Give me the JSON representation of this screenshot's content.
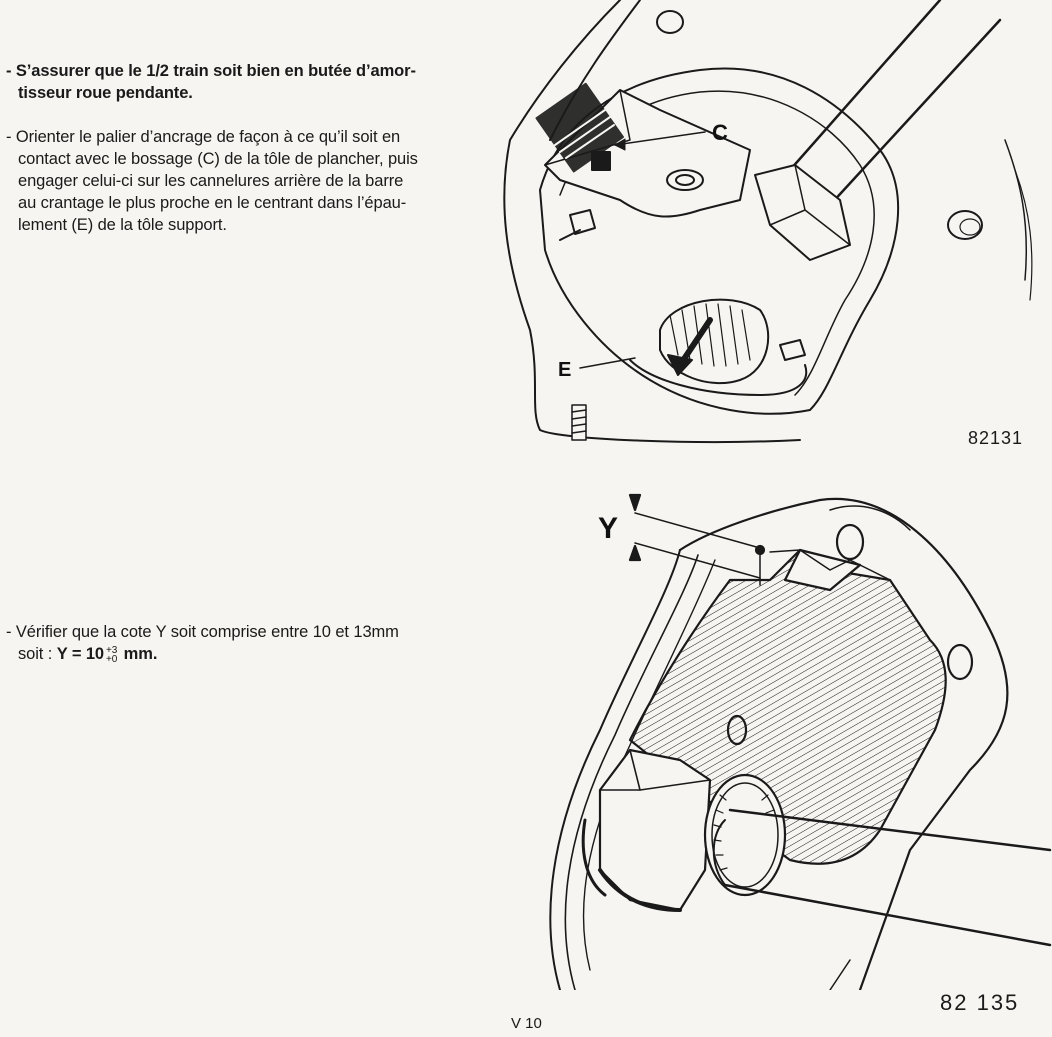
{
  "instructions": {
    "step1": {
      "line1": "- S’assurer que le 1/2 train soit bien en butée d’amor-",
      "line2": "tisseur roue pendante."
    },
    "step2": {
      "line1": "- Orienter le palier d’ancrage de façon à ce qu’il soit en",
      "line2": "contact avec le bossage (C) de la tôle de plancher, puis",
      "line3": "engager celui-ci sur les cannelures arrière de la barre",
      "line4": "au crantage le plus proche en le centrant dans l’épau-",
      "line5": "lement (E) de la tôle support."
    },
    "step3": {
      "line1": "- Vérifier que la cote Y soit comprise entre 10 et 13mm",
      "prefix": "soit : ",
      "formula": "Y = 10",
      "tol_upper": "+3",
      "tol_lower": "+0",
      "unit": " mm."
    }
  },
  "figures": {
    "fig1": {
      "label_c": "C",
      "label_e": "E",
      "number": "82131"
    },
    "fig2": {
      "label_y": "Y",
      "number": "82 135"
    }
  },
  "page": {
    "number": "V 10"
  },
  "colors": {
    "ink": "#1a1a1a",
    "paper": "#f6f5f1"
  }
}
